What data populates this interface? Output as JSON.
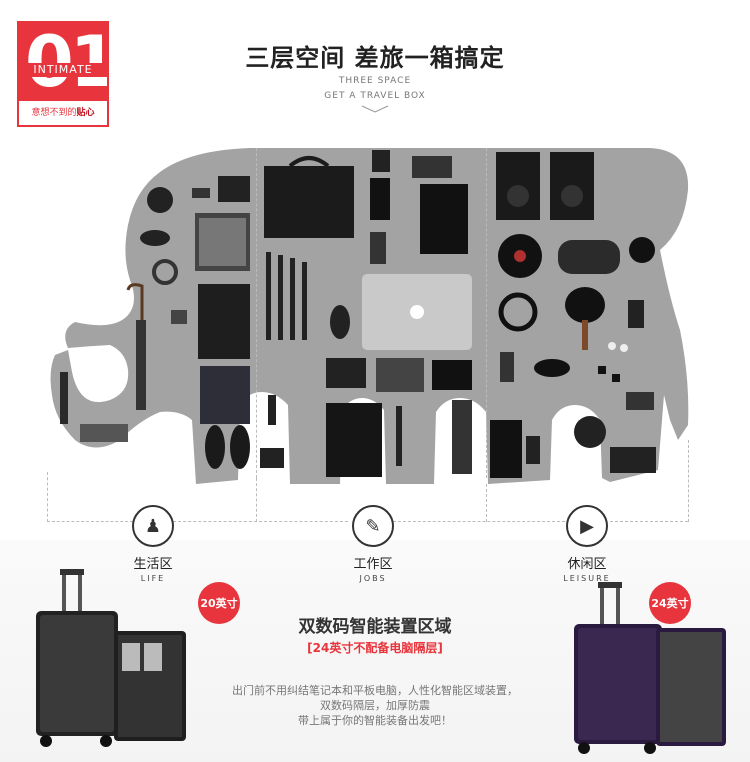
{
  "badge": {
    "number": "01",
    "word": "INTIMATE",
    "sub_prefix": "意想不到的",
    "sub_bold": "贴心"
  },
  "header": {
    "title": "三层空间 差旅一箱搞定",
    "sub1": "THREE SPACE",
    "sub2": "GET A TRAVEL BOX"
  },
  "zones": [
    {
      "cn": "生活区",
      "en": "LIFE",
      "icon": "person-icon"
    },
    {
      "cn": "工作区",
      "en": "JOBS",
      "icon": "walking-briefcase-icon"
    },
    {
      "cn": "休闲区",
      "en": "LEISURE",
      "icon": "film-icon"
    }
  ],
  "sizes": {
    "left": "20英寸",
    "right": "24英寸"
  },
  "feature": {
    "title": "双数码智能装置区域",
    "note": "[24英寸不配备电脑隔层]",
    "line1": "出门前不用纠结笔记本和平板电脑，人性化智能区域装置，",
    "line2": "双数码隔层，加厚防震",
    "line3": "带上属于你的智能装备出发吧！"
  },
  "colors": {
    "accent": "#e8343c",
    "elephant": "#a3a3a3"
  }
}
